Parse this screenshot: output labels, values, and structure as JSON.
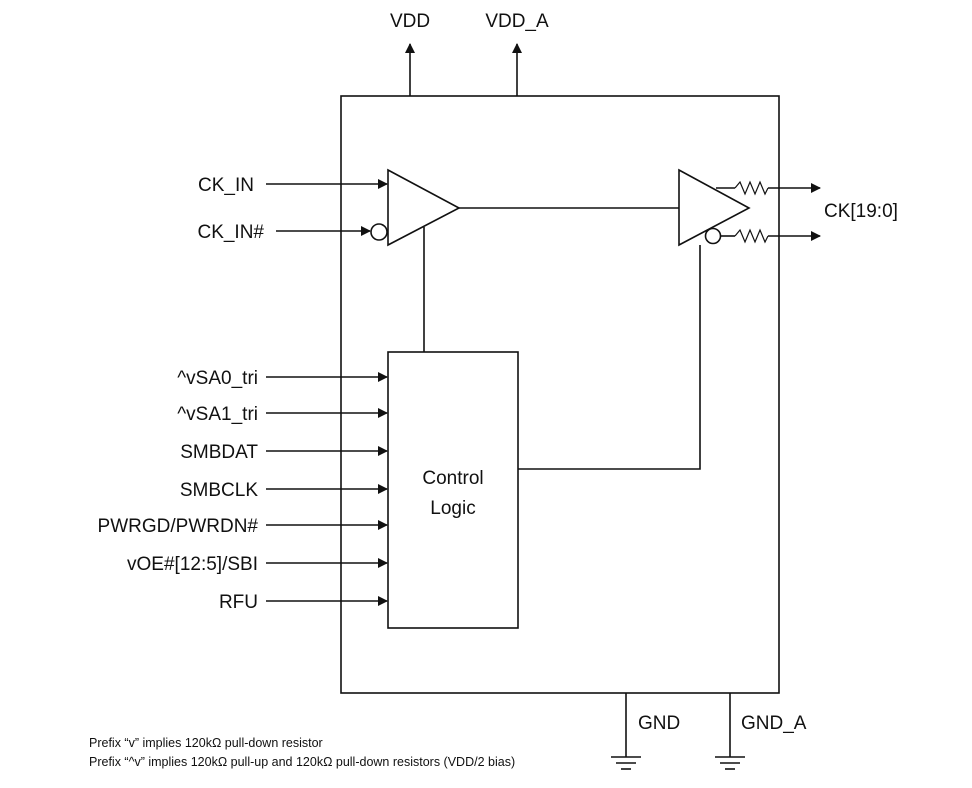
{
  "power": {
    "vdd": "VDD",
    "vdd_a": "VDD_A",
    "gnd": "GND",
    "gnd_a": "GND_A"
  },
  "clock_inputs": [
    "CK_IN",
    "CK_IN#"
  ],
  "control_inputs": [
    "^vSA0_tri",
    "^vSA1_tri",
    "SMBDAT",
    "SMBCLK",
    "PWRGD/PWRDN#",
    "vOE#[12:5]/SBI",
    "RFU"
  ],
  "control_block": {
    "line1": "Control",
    "line2": "Logic"
  },
  "output": "CK[19:0]",
  "notes": [
    "Prefix “v” implies 120kΩ pull-down resistor",
    "Prefix “^v” implies 120kΩ pull-up and 120kΩ pull-down resistors (VDD/2 bias)"
  ]
}
